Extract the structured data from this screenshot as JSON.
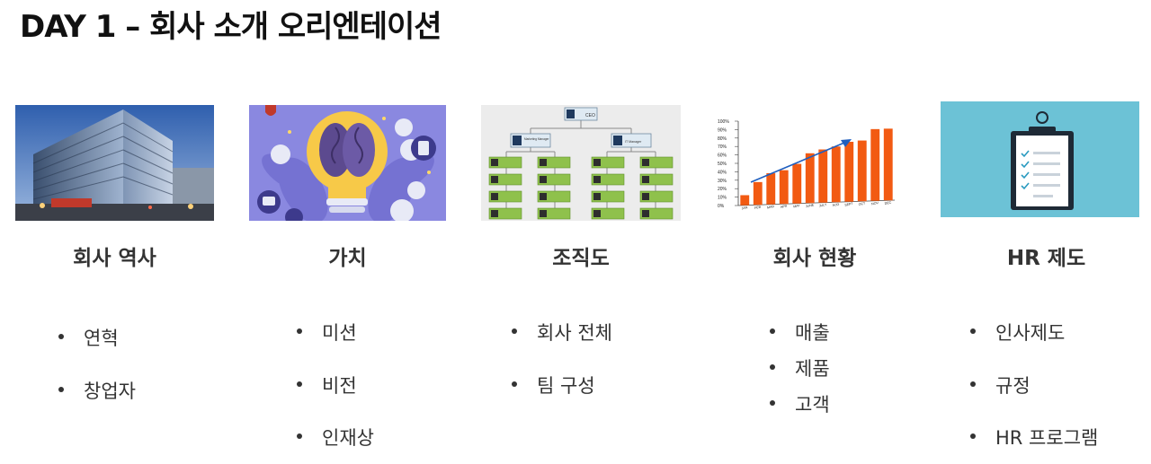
{
  "title": "DAY 1 – 회사 소개 오리엔테이션",
  "columns": [
    {
      "heading": "회사 역사",
      "image_icon": "office-building-photo",
      "bullets": [
        "연혁",
        "창업자"
      ]
    },
    {
      "heading": "가치",
      "image_icon": "lightbulb-brain-illustration",
      "bullets": [
        "미션",
        "비전",
        "인재상"
      ]
    },
    {
      "heading": "조직도",
      "image_icon": "org-chart-illustration",
      "org_chart": {
        "top_label": "CEO",
        "left_manager": "Marketing Manager",
        "right_manager": "IT Manager"
      },
      "bullets": [
        "회사 전체",
        "팀 구성"
      ]
    },
    {
      "heading": "회사 현황",
      "image_icon": "bar-chart-illustration",
      "chart": {
        "y_ticks": [
          "100%",
          "90%",
          "80%",
          "70%",
          "60%",
          "50%",
          "40%",
          "30%",
          "20%",
          "10%",
          "0%"
        ],
        "months": [
          "JAN",
          "FEB",
          "MAR",
          "APR",
          "MAY",
          "JUNE",
          "JULY",
          "AUG",
          "SEPT",
          "OCT",
          "NOV",
          "DEC"
        ],
        "values": [
          12,
          27,
          37,
          40,
          47,
          59,
          63,
          66,
          71,
          72,
          85,
          85
        ],
        "bar_color": "#f25a12",
        "arrow_color": "#1f5fbf"
      },
      "bullets": [
        "매출",
        "제품",
        "고객"
      ]
    },
    {
      "heading": "HR 제도",
      "image_icon": "clipboard-checklist-illustration",
      "bullets": [
        "인사제도",
        "규정",
        "HR 프로그램"
      ]
    }
  ]
}
